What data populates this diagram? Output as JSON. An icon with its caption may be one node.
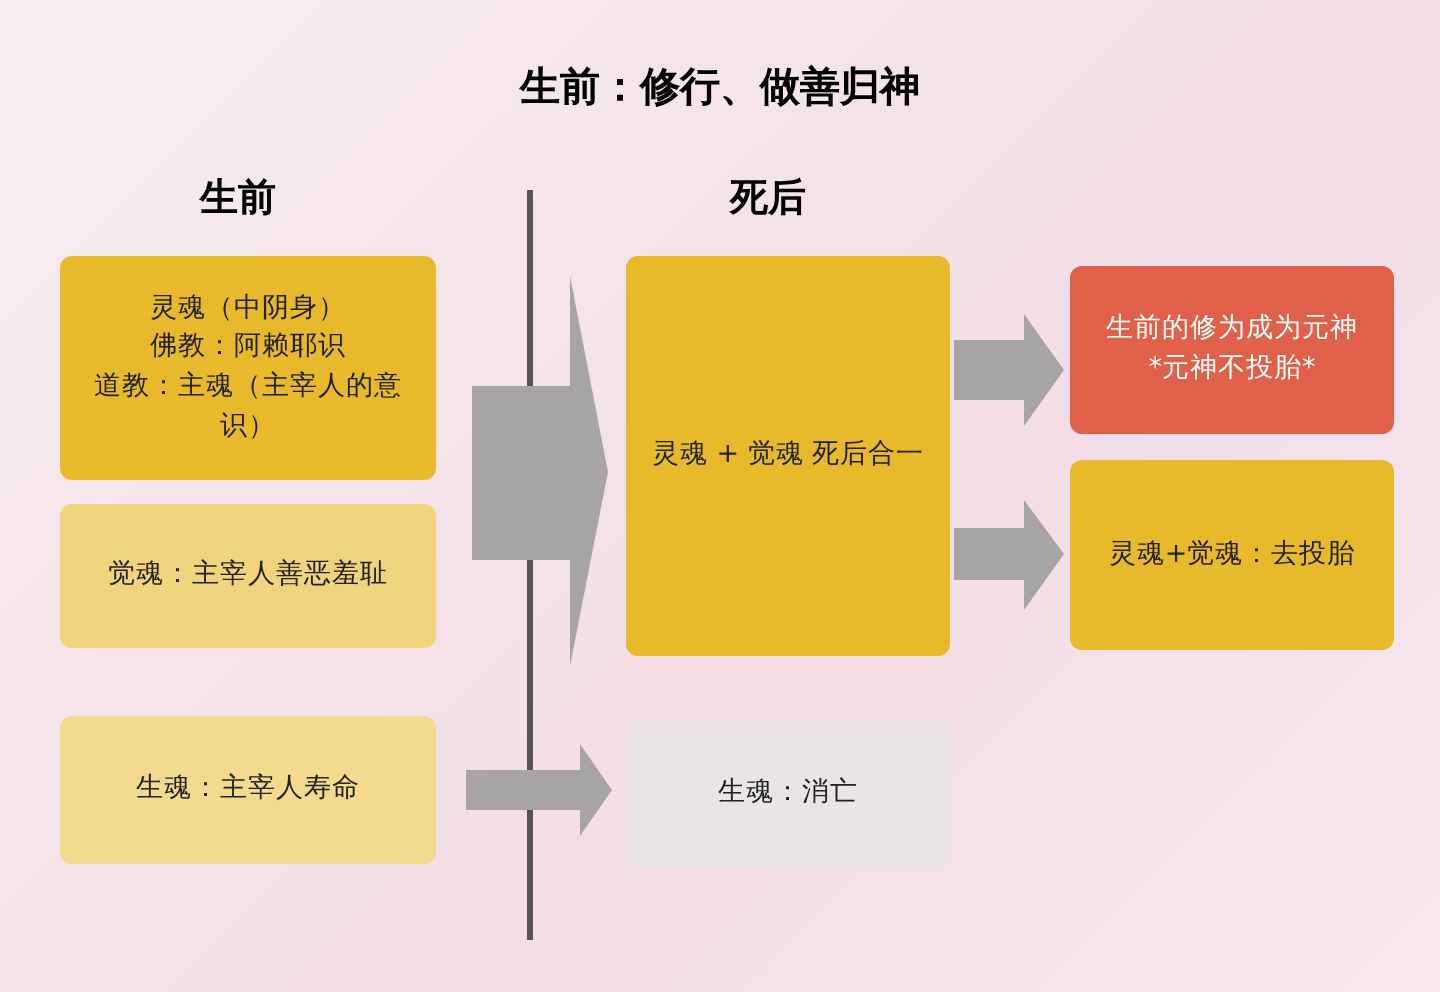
{
  "diagram": {
    "title": "生前：修行、做善归神",
    "nodes": [
      {
        "text": [
          "灵魂（中阴身）",
          "佛教：阿赖耶识",
          "道教：主魂（主宰人的意识）"
        ]
      },
      {
        "text": [
          "觉魂：主宰人善恶羞耻"
        ]
      },
      {
        "text": [
          "生魂：主宰人寿命"
        ]
      },
      {
        "text": [
          "灵魂 + 觉魂 死后合一"
        ]
      },
      {
        "text": [
          "生魂：消亡"
        ]
      },
      {
        "text": [
          "生前的修为成为元神",
          "*元神不投胎*"
        ]
      },
      {
        "text": [
          "灵魂+觉魂：去投胎"
        ]
      }
    ],
    "edges": [
      {
        "from": 0,
        "to": 3,
        "arrow": "to"
      },
      {
        "from": 1,
        "to": 3,
        "arrow": "to"
      },
      {
        "from": 2,
        "to": 4,
        "arrow": "to"
      },
      {
        "from": 3,
        "to": 5,
        "arrow": "to"
      },
      {
        "from": 3,
        "to": 6,
        "arrow": "to"
      }
    ],
    "labels": [
      "生前",
      "死后"
    ]
  }
}
